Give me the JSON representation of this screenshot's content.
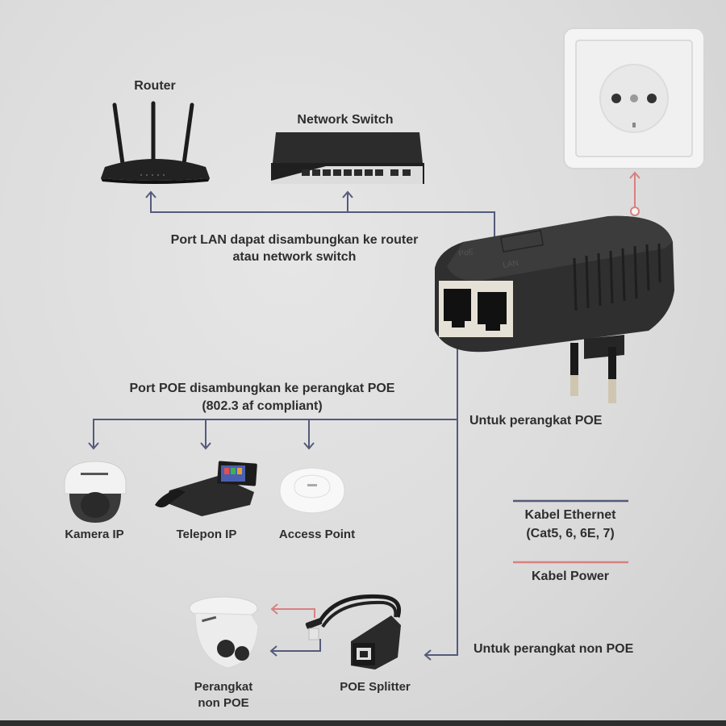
{
  "diagram": {
    "title": "PoE Injector Connection Diagram",
    "devices": {
      "router": {
        "label": "Router",
        "icon": "router-icon"
      },
      "network_switch": {
        "label": "Network Switch",
        "icon": "network-switch-icon"
      },
      "wall_socket": {
        "label": "",
        "icon": "wall-socket-icon"
      },
      "poe_injector": {
        "label": "",
        "icon": "poe-injector-icon",
        "port_labels": [
          "PoE",
          "LAN"
        ]
      },
      "ip_camera": {
        "label": "Kamera IP",
        "icon": "dome-camera-icon"
      },
      "ip_phone": {
        "label": "Telepon IP",
        "icon": "ip-phone-icon"
      },
      "access_point": {
        "label": "Access Point",
        "icon": "access-point-icon"
      },
      "non_poe_device": {
        "label_line1": "Perangkat",
        "label_line2": "non POE",
        "icon": "turret-camera-icon"
      },
      "poe_splitter": {
        "label": "POE Splitter",
        "icon": "poe-splitter-icon"
      }
    },
    "annotations": {
      "lan_port_line1": "Port LAN dapat disambungkan ke router",
      "lan_port_line2": "atau network switch",
      "poe_port_line1": "Port POE disambungkan ke perangkat POE",
      "poe_port_line2": "(802.3 af compliant)",
      "for_poe_devices": "Untuk perangkat POE",
      "for_non_poe_devices": "Untuk perangkat non POE"
    },
    "legend": {
      "ethernet_line1": "Kabel Ethernet",
      "ethernet_line2": "(Cat5, 6, 6E, 7)",
      "power": "Kabel Power"
    },
    "colors": {
      "ethernet": "#545b7a",
      "power": "#d98080",
      "text": "#2e2e2e"
    }
  }
}
